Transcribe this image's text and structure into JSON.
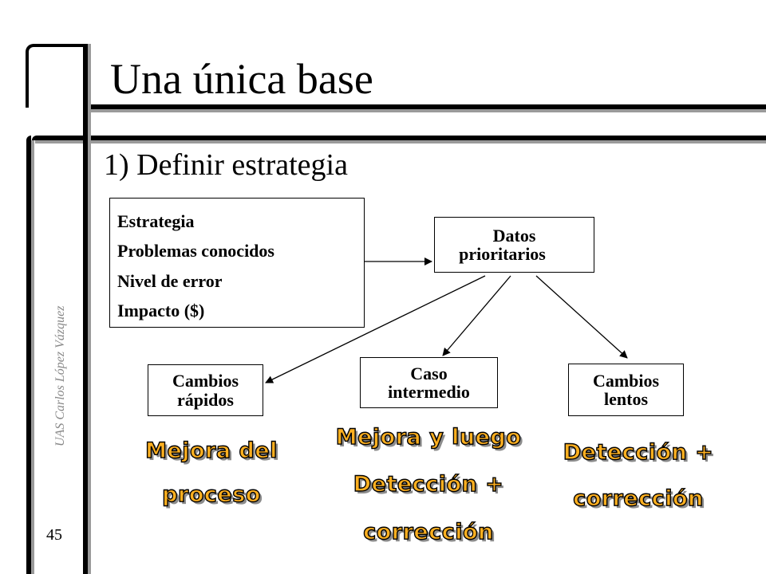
{
  "slide": {
    "title": "Una única base",
    "subtitle": "1) Definir estrategia",
    "author": "UAS Carlos López Vázquez",
    "page_number": "45"
  },
  "strategy_box": {
    "items": [
      "Estrategia",
      "Problemas conocidos",
      "Nivel de error",
      "Impacto ($)"
    ]
  },
  "nodes": {
    "datos": [
      "Datos",
      "prioritarios"
    ],
    "rapidos": [
      "Cambios",
      "rápidos"
    ],
    "intermedio": [
      "Caso",
      "intermedio"
    ],
    "lentos": [
      "Cambios",
      "lentos"
    ]
  },
  "outcomes": {
    "rapidos": [
      "Mejora del",
      "proceso"
    ],
    "intermedio": [
      "Mejora y luego",
      "Detección +",
      "corrección"
    ],
    "lentos": [
      "Detección +",
      "corrección"
    ]
  },
  "colors": {
    "accent": "#ffb020",
    "frame": "#000000"
  }
}
